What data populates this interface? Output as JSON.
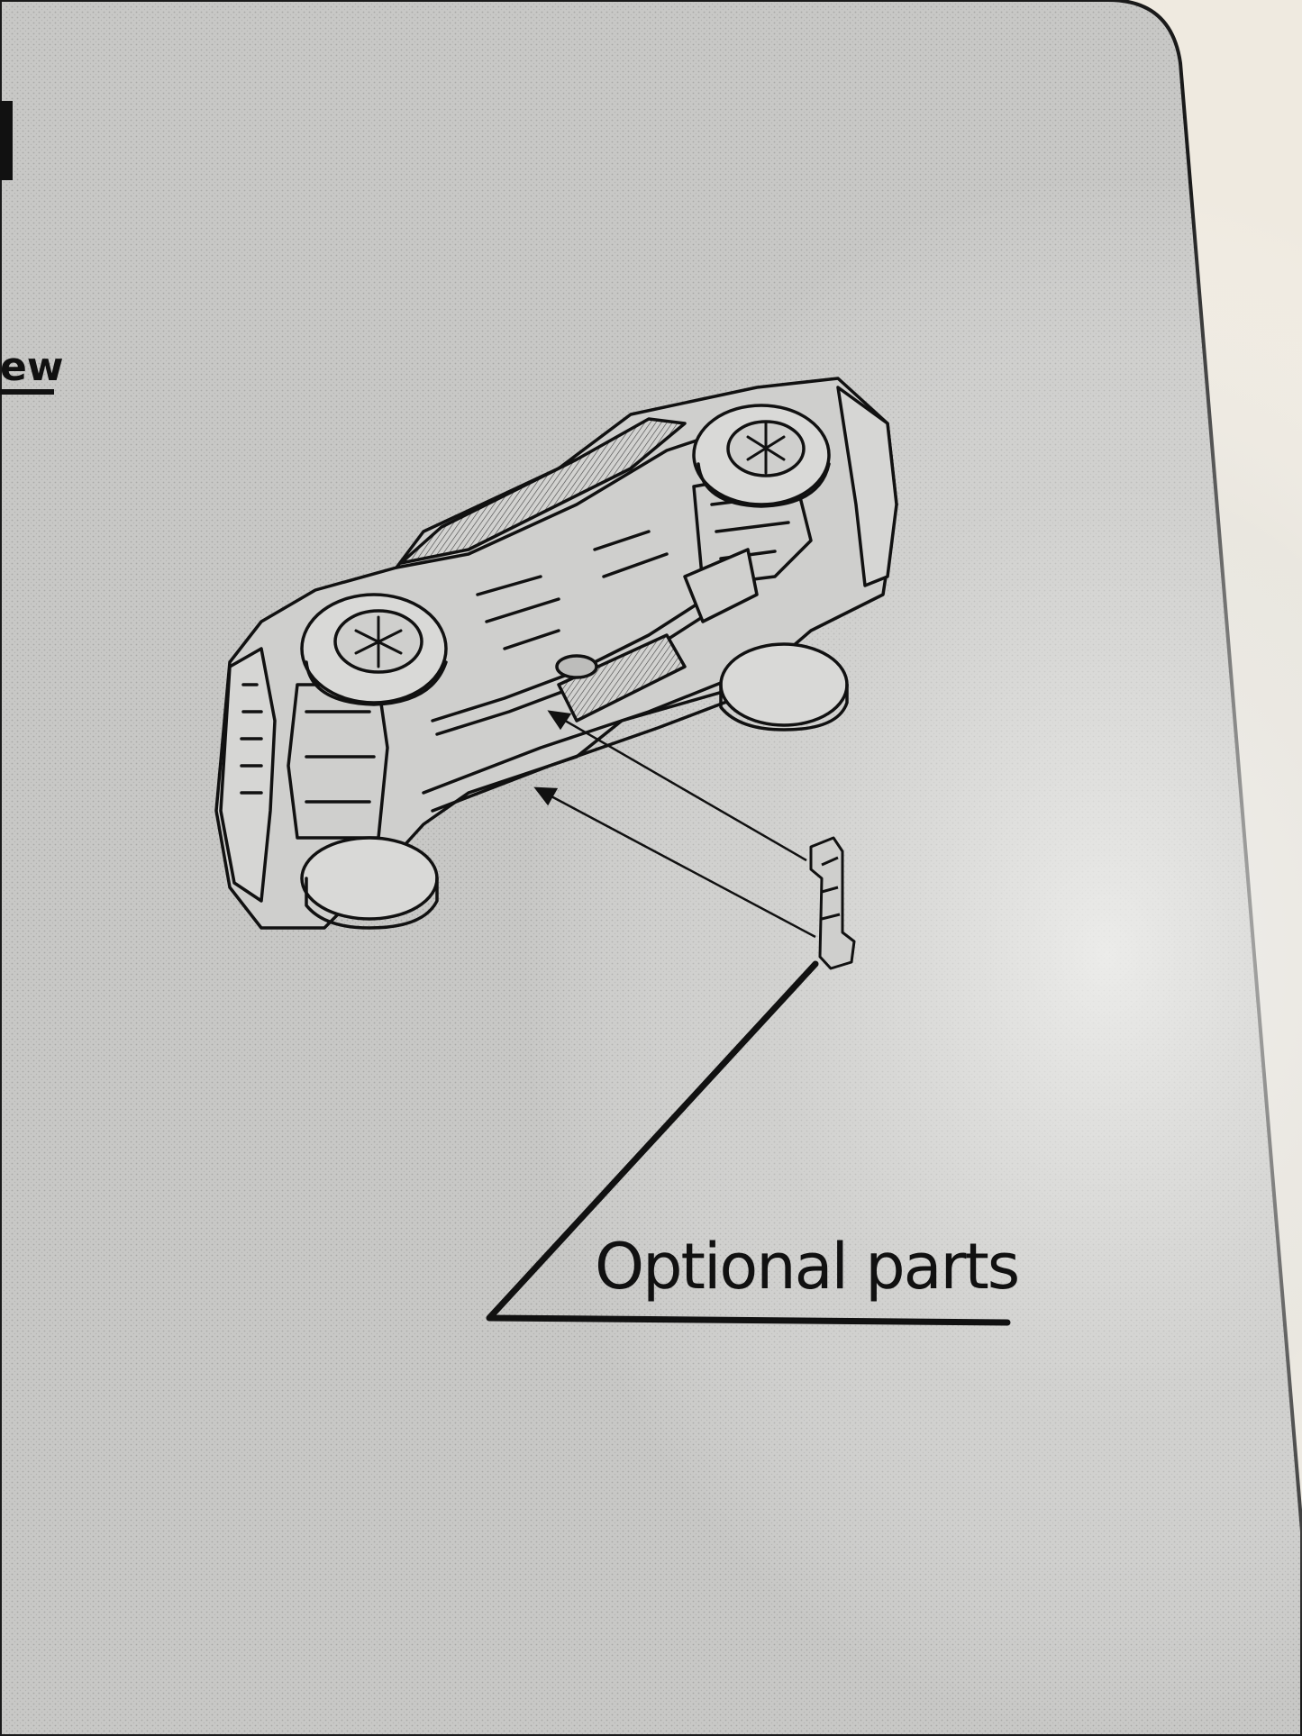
{
  "heading": {
    "visible_fragment": "ew"
  },
  "diagram": {
    "subject": "car-underside-illustration",
    "callout_label": "Optional parts"
  },
  "colors": {
    "paper": "#c9c9c7",
    "outer_paper": "#efeae0",
    "ink": "#111111",
    "sheen": "#e6e6e4"
  }
}
